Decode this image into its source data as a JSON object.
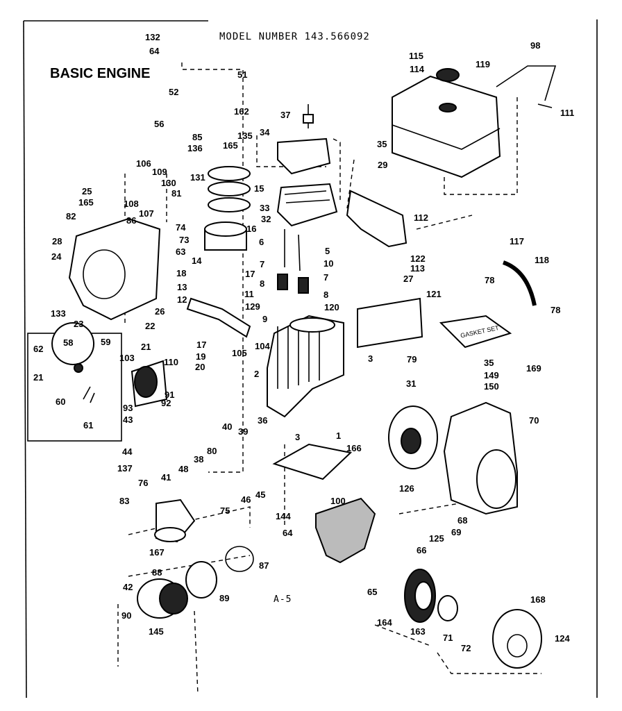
{
  "header": {
    "model": "MODEL NUMBER 143.566092"
  },
  "title": "BASIC ENGINE",
  "sheet_id": "A-5",
  "gasket_box_text": "GASKET SET",
  "callouts": [
    {
      "id": "c132",
      "t": "132"
    },
    {
      "id": "c64a",
      "t": "64"
    },
    {
      "id": "c51",
      "t": "51"
    },
    {
      "id": "c52",
      "t": "52"
    },
    {
      "id": "c56",
      "t": "56"
    },
    {
      "id": "c162",
      "t": "162"
    },
    {
      "id": "c85",
      "t": "85"
    },
    {
      "id": "c135",
      "t": "135"
    },
    {
      "id": "c136",
      "t": "136"
    },
    {
      "id": "c165a",
      "t": "165"
    },
    {
      "id": "c37",
      "t": "37"
    },
    {
      "id": "c34",
      "t": "34"
    },
    {
      "id": "c15",
      "t": "15"
    },
    {
      "id": "c106",
      "t": "106"
    },
    {
      "id": "c109",
      "t": "109"
    },
    {
      "id": "c130",
      "t": "130"
    },
    {
      "id": "c131",
      "t": "131"
    },
    {
      "id": "c81",
      "t": "81"
    },
    {
      "id": "c25",
      "t": "25"
    },
    {
      "id": "c165b",
      "t": "165"
    },
    {
      "id": "c108",
      "t": "108"
    },
    {
      "id": "c107",
      "t": "107"
    },
    {
      "id": "c82",
      "t": "82"
    },
    {
      "id": "c86",
      "t": "86"
    },
    {
      "id": "c74",
      "t": "74"
    },
    {
      "id": "c73",
      "t": "73"
    },
    {
      "id": "c63",
      "t": "63"
    },
    {
      "id": "c28",
      "t": "28"
    },
    {
      "id": "c24",
      "t": "24"
    },
    {
      "id": "c14",
      "t": "14"
    },
    {
      "id": "c16",
      "t": "16"
    },
    {
      "id": "c33",
      "t": "33"
    },
    {
      "id": "c32",
      "t": "32"
    },
    {
      "id": "c6",
      "t": "6"
    },
    {
      "id": "c5",
      "t": "5"
    },
    {
      "id": "c7a",
      "t": "7"
    },
    {
      "id": "c10",
      "t": "10"
    },
    {
      "id": "c7b",
      "t": "7"
    },
    {
      "id": "c8a",
      "t": "8"
    },
    {
      "id": "c8b",
      "t": "8"
    },
    {
      "id": "c9",
      "t": "9"
    },
    {
      "id": "c18",
      "t": "18"
    },
    {
      "id": "c17a",
      "t": "17"
    },
    {
      "id": "c13",
      "t": "13"
    },
    {
      "id": "c11",
      "t": "11"
    },
    {
      "id": "c12",
      "t": "12"
    },
    {
      "id": "c129",
      "t": "129"
    },
    {
      "id": "c133",
      "t": "133"
    },
    {
      "id": "c26",
      "t": "26"
    },
    {
      "id": "c23",
      "t": "23"
    },
    {
      "id": "c22",
      "t": "22"
    },
    {
      "id": "c58",
      "t": "58"
    },
    {
      "id": "c59",
      "t": "59"
    },
    {
      "id": "c62",
      "t": "62"
    },
    {
      "id": "c21a",
      "t": "21"
    },
    {
      "id": "c21b",
      "t": "21"
    },
    {
      "id": "c60",
      "t": "60"
    },
    {
      "id": "c61",
      "t": "61"
    },
    {
      "id": "c17b",
      "t": "17"
    },
    {
      "id": "c19",
      "t": "19"
    },
    {
      "id": "c104",
      "t": "104"
    },
    {
      "id": "c105",
      "t": "105"
    },
    {
      "id": "c103",
      "t": "103"
    },
    {
      "id": "c110",
      "t": "110"
    },
    {
      "id": "c20",
      "t": "20"
    },
    {
      "id": "c2",
      "t": "2"
    },
    {
      "id": "c91",
      "t": "91"
    },
    {
      "id": "c92",
      "t": "92"
    },
    {
      "id": "c93",
      "t": "93"
    },
    {
      "id": "c43",
      "t": "43"
    },
    {
      "id": "c40",
      "t": "40"
    },
    {
      "id": "c39",
      "t": "39"
    },
    {
      "id": "c36",
      "t": "36"
    },
    {
      "id": "c38",
      "t": "38"
    },
    {
      "id": "c44",
      "t": "44"
    },
    {
      "id": "c137",
      "t": "137"
    },
    {
      "id": "c41",
      "t": "41"
    },
    {
      "id": "c80",
      "t": "80"
    },
    {
      "id": "c48",
      "t": "48"
    },
    {
      "id": "c76",
      "t": "76"
    },
    {
      "id": "c46",
      "t": "46"
    },
    {
      "id": "c45",
      "t": "45"
    },
    {
      "id": "c83",
      "t": "83"
    },
    {
      "id": "c75",
      "t": "75"
    },
    {
      "id": "c167",
      "t": "167"
    },
    {
      "id": "c88",
      "t": "88"
    },
    {
      "id": "c87",
      "t": "87"
    },
    {
      "id": "c42",
      "t": "42"
    },
    {
      "id": "c89",
      "t": "89"
    },
    {
      "id": "c90",
      "t": "90"
    },
    {
      "id": "c145",
      "t": "145"
    },
    {
      "id": "c115",
      "t": "115"
    },
    {
      "id": "c114",
      "t": "114"
    },
    {
      "id": "c119",
      "t": "119"
    },
    {
      "id": "c98",
      "t": "98"
    },
    {
      "id": "c111",
      "t": "111"
    },
    {
      "id": "c35a",
      "t": "35"
    },
    {
      "id": "c29",
      "t": "29"
    },
    {
      "id": "c112",
      "t": "112"
    },
    {
      "id": "c117",
      "t": "117"
    },
    {
      "id": "c122",
      "t": "122"
    },
    {
      "id": "c113",
      "t": "113"
    },
    {
      "id": "c27",
      "t": "27"
    },
    {
      "id": "c118",
      "t": "118"
    },
    {
      "id": "c78a",
      "t": "78"
    },
    {
      "id": "c78b",
      "t": "78"
    },
    {
      "id": "c121",
      "t": "121"
    },
    {
      "id": "c120",
      "t": "120"
    },
    {
      "id": "c3a",
      "t": "3"
    },
    {
      "id": "c79",
      "t": "79"
    },
    {
      "id": "c31",
      "t": "31"
    },
    {
      "id": "c169",
      "t": "169"
    },
    {
      "id": "c35b",
      "t": "35"
    },
    {
      "id": "c149",
      "t": "149"
    },
    {
      "id": "c150",
      "t": "150"
    },
    {
      "id": "c70",
      "t": "70"
    },
    {
      "id": "c166",
      "t": "166"
    },
    {
      "id": "c3b",
      "t": "3"
    },
    {
      "id": "c1",
      "t": "1"
    },
    {
      "id": "c100",
      "t": "100"
    },
    {
      "id": "c144",
      "t": "144"
    },
    {
      "id": "c126",
      "t": "126"
    },
    {
      "id": "c68",
      "t": "68"
    },
    {
      "id": "c69",
      "t": "69"
    },
    {
      "id": "c125",
      "t": "125"
    },
    {
      "id": "c66",
      "t": "66"
    },
    {
      "id": "c64b",
      "t": "64"
    },
    {
      "id": "c65",
      "t": "65"
    },
    {
      "id": "c164",
      "t": "164"
    },
    {
      "id": "c163",
      "t": "163"
    },
    {
      "id": "c71",
      "t": "71"
    },
    {
      "id": "c72",
      "t": "72"
    },
    {
      "id": "c168",
      "t": "168"
    },
    {
      "id": "c124",
      "t": "124"
    }
  ]
}
